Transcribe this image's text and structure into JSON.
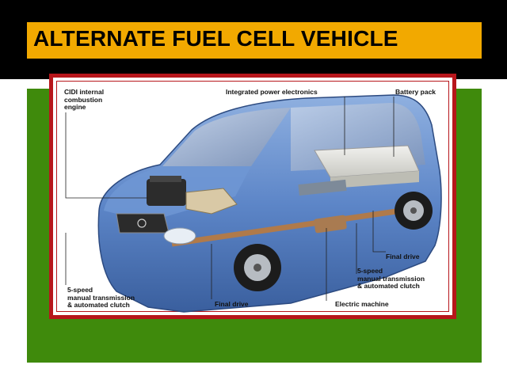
{
  "slide": {
    "title": "ALTERNATE FUEL CELL VEHICLE",
    "colors": {
      "top_band": "#000000",
      "title_bar": "#f2a900",
      "panel": "#3f8a0c",
      "frame": "#b7161b",
      "car_body": "#5d86c8"
    }
  },
  "diagram": {
    "labels": {
      "cidi_line1": "CIDI internal",
      "cidi_line2": "combustion",
      "cidi_line3": "engine",
      "integrated_power": "Integrated power electronics",
      "battery_pack": "Battery pack",
      "final_drive_right": "Final drive",
      "trans_right_line1": "5-speed",
      "trans_right_line2": "manual transmission",
      "trans_right_line3": "& automated clutch",
      "trans_left_line1": "5-speed",
      "trans_left_line2": "manual transmission",
      "trans_left_line3": "& automated clutch",
      "final_drive_bottom": "Final drive",
      "electric_machine": "Electric machine"
    }
  }
}
